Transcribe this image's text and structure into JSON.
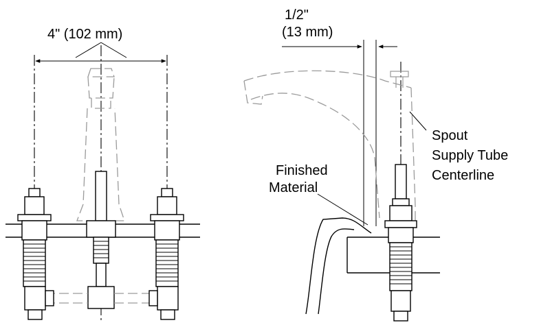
{
  "labels": {
    "spacing_dimension": "4\" (102 mm)",
    "offset_dimension_line1": "1/2\"",
    "offset_dimension_line2": "(13 mm)",
    "finished_material_line1": "Finished",
    "finished_material_line2": "Material",
    "spout_line1": "Spout",
    "spout_line2": "Supply Tube",
    "spout_line3": "Centerline"
  }
}
